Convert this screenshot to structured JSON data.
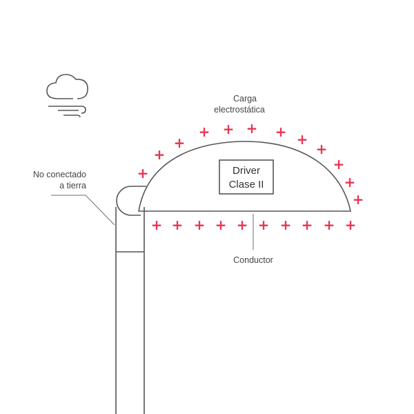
{
  "colors": {
    "line": "#555555",
    "charge": "#e8344e",
    "text": "#444444"
  },
  "labels": {
    "charge": [
      "Carga",
      "electrostática"
    ],
    "not_grounded": [
      "No conectado",
      "a tierra"
    ],
    "driver": [
      "Driver",
      "Clase II"
    ],
    "conductor": "Conductor"
  },
  "charge_symbol": "+",
  "icons": {
    "weather": "cloud-wind-icon"
  }
}
